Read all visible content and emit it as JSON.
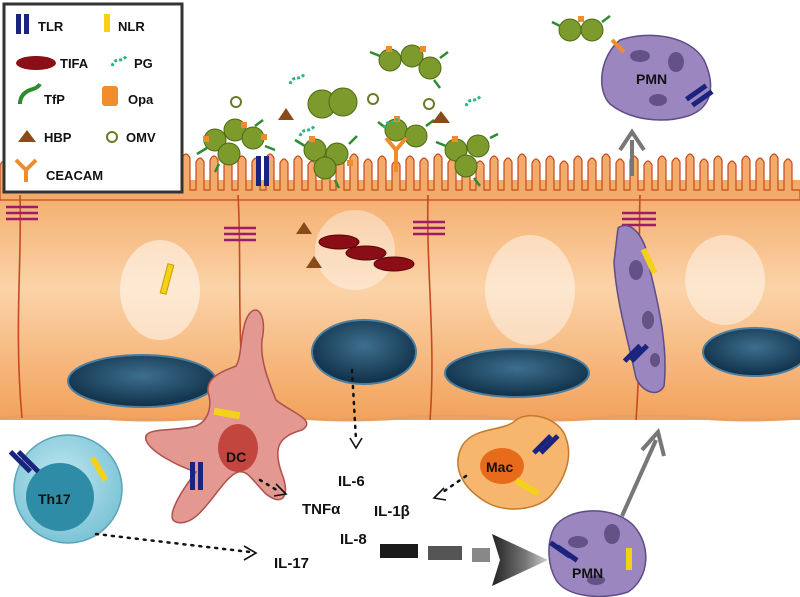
{
  "legend": {
    "items": [
      {
        "label": "TLR",
        "icon": "tlr-receptor-icon"
      },
      {
        "label": "NLR",
        "icon": "nlr-receptor-icon"
      },
      {
        "label": "TIFA",
        "icon": "tifa-oval-icon"
      },
      {
        "label": "PG",
        "icon": "pg-chain-icon"
      },
      {
        "label": "TfP",
        "icon": "tfp-pilus-icon"
      },
      {
        "label": "Opa",
        "icon": "opa-cylinder-icon"
      },
      {
        "label": "HBP",
        "icon": "hbp-triangle-icon"
      },
      {
        "label": "OMV",
        "icon": "omv-circle-icon"
      },
      {
        "label": "CEACAM",
        "icon": "ceacam-y-icon"
      }
    ]
  },
  "cells": {
    "dc": "DC",
    "mac": "Mac",
    "th17": "Th17",
    "pmn_bottom": "PMN",
    "pmn_top": "PMN"
  },
  "cytokines": {
    "il6": "IL-6",
    "tnfa": "TNFα",
    "il1b": "IL-1β",
    "il8": "IL-8",
    "il17": "IL-17"
  },
  "colors": {
    "epithelium": "#f7c08e",
    "tlr": "#1a237e",
    "nlr": "#f5d21a",
    "tifa": "#8b0d16",
    "bacteria": "#7a9a2a",
    "pmn": "#9b86bf",
    "dc": "#e39892",
    "mac": "#f6b66d",
    "th17": "#8fd0de"
  }
}
